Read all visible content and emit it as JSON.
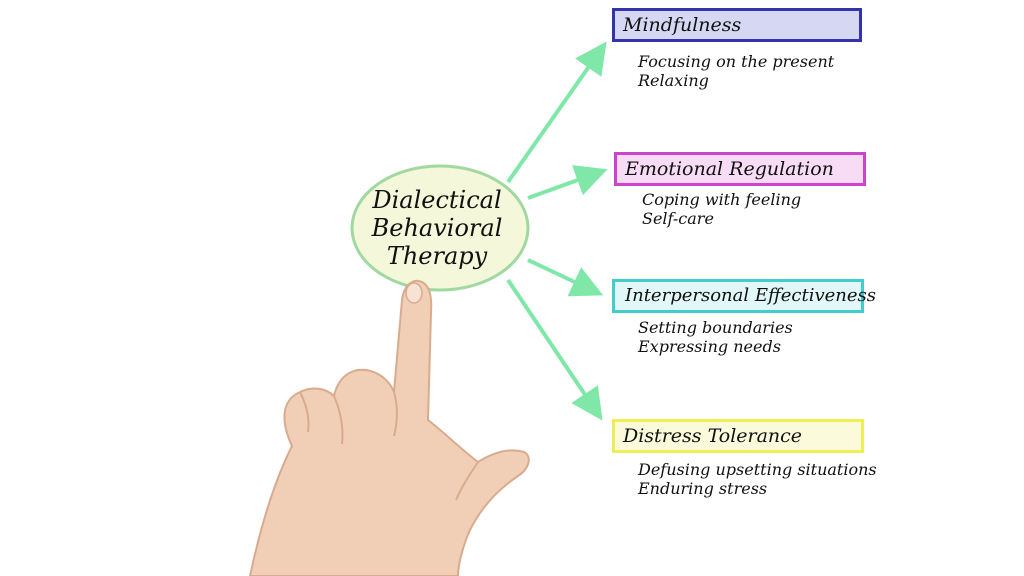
{
  "center": {
    "lines": [
      "Dialectical",
      "Behavioral",
      "Therapy"
    ]
  },
  "colors": {
    "arrow": "#7fe8a8",
    "center_fill": "#f4f7d9",
    "center_stroke": "#9fd9a0",
    "skin": "#f1cfb6"
  },
  "branches": [
    {
      "title": "Mindfulness",
      "border": "#3333aa",
      "fill": "#d6d8f3",
      "details": [
        "Focusing on the present",
        "Relaxing"
      ]
    },
    {
      "title": "Emotional Regulation",
      "border": "#cc44cc",
      "fill": "#f8dcf6",
      "details": [
        "Coping with feeling",
        "Self-care"
      ]
    },
    {
      "title": "Interpersonal Effectiveness",
      "border": "#44cccc",
      "fill": "#e2f7f7",
      "details": [
        "Setting boundaries",
        "Expressing needs"
      ]
    },
    {
      "title": "Distress Tolerance",
      "border": "#eeee55",
      "fill": "#fbfbdc",
      "details": [
        "Defusing upsetting situations",
        "Enduring stress"
      ]
    }
  ]
}
